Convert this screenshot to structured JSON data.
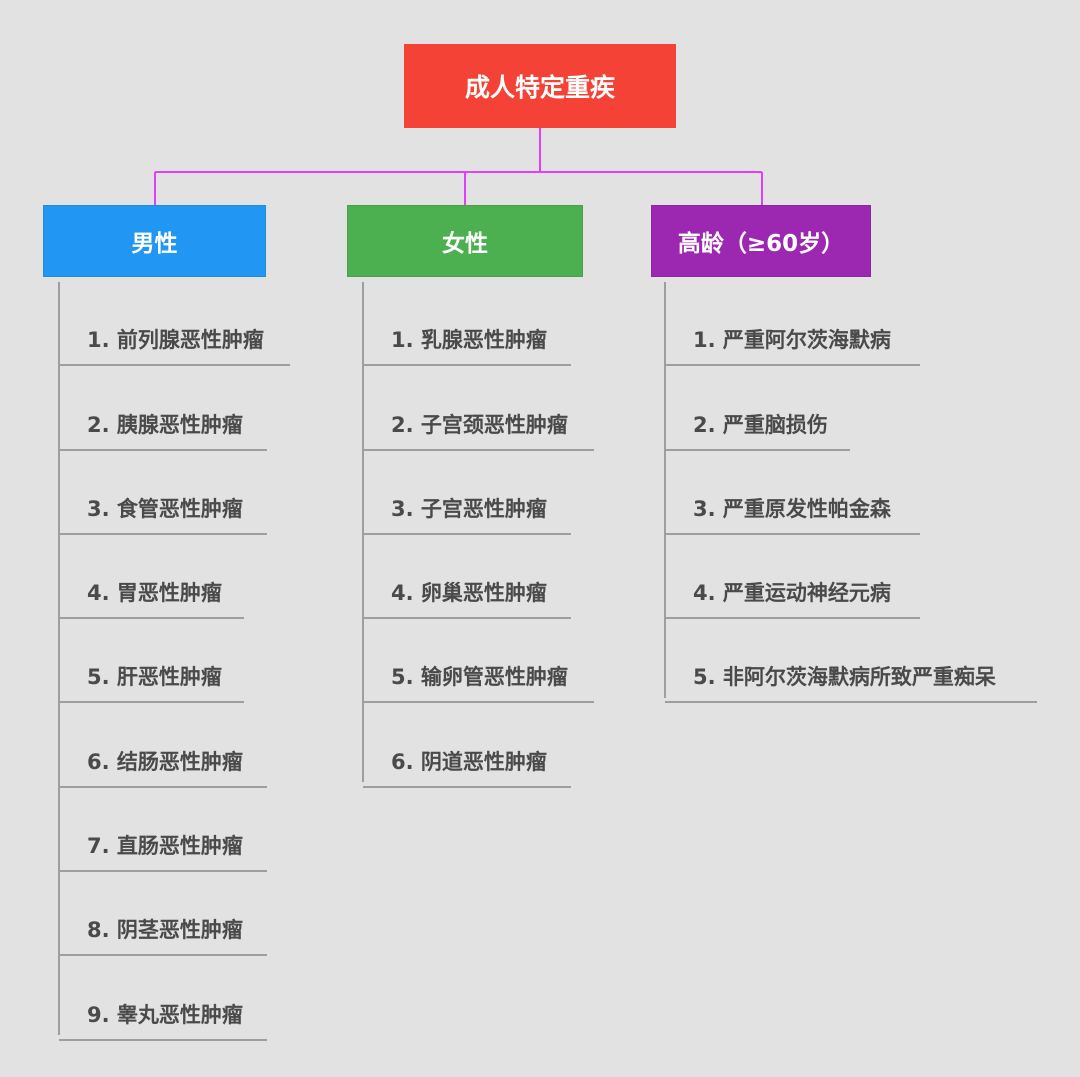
{
  "title": "成人特定重疾",
  "colors": {
    "background": "#e2e2e2",
    "root": "#f44336",
    "male": "#2196f3",
    "female": "#4caf50",
    "elderly": "#9c27b0",
    "connector": "#e040fb",
    "divider": "#9e9e9e",
    "item_text": "#4a4a4a"
  },
  "categories": [
    {
      "label": "男性",
      "items": [
        "1. 前列腺恶性肿瘤",
        "2. 胰腺恶性肿瘤",
        "3. 食管恶性肿瘤",
        "4. 胃恶性肿瘤",
        "5. 肝恶性肿瘤",
        "6. 结肠恶性肿瘤",
        "7. 直肠恶性肿瘤",
        "8. 阴茎恶性肿瘤",
        "9. 睾丸恶性肿瘤"
      ]
    },
    {
      "label": "女性",
      "items": [
        "1. 乳腺恶性肿瘤",
        "2. 子宫颈恶性肿瘤",
        "3. 子宫恶性肿瘤",
        "4. 卵巢恶性肿瘤",
        "5. 输卵管恶性肿瘤",
        "6. 阴道恶性肿瘤"
      ]
    },
    {
      "label": "高龄（≥60岁）",
      "items": [
        "1. 严重阿尔茨海默病",
        "2. 严重脑损伤",
        "3. 严重原发性帕金森",
        "4. 严重运动神经元病",
        "5. 非阿尔茨海默病所致严重痴呆"
      ]
    }
  ]
}
